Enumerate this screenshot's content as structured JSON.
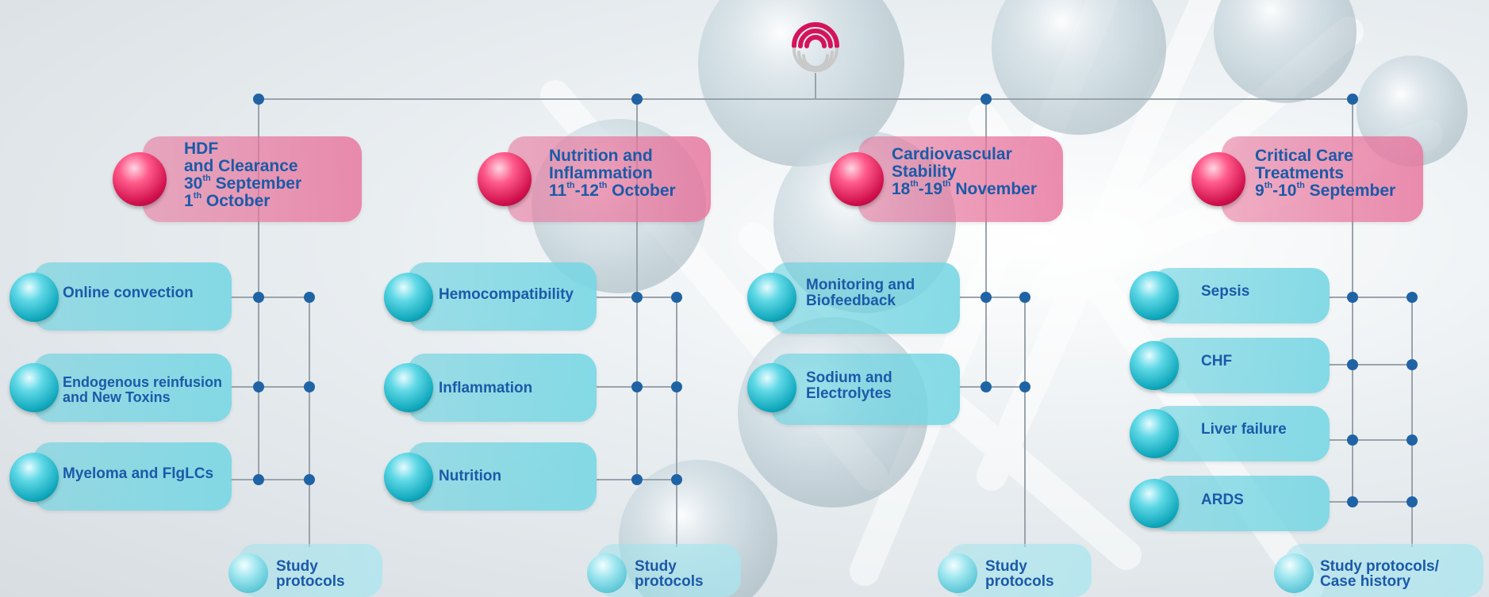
{
  "columns": [
    {
      "head": {
        "line1": "HDF",
        "line2": "and Clearance",
        "line3_num": "30",
        "line3_sup": "th",
        "line3_rest": " September",
        "line4_num": "1",
        "line4_sup": "th",
        "line4_rest": " October"
      },
      "items": [
        "Online convection",
        "Endogenous reinfusion and New Toxins",
        "Myeloma and FlgLCs"
      ],
      "study": {
        "line1": "Study",
        "line2": "protocols"
      }
    },
    {
      "head": {
        "line1": "Nutrition and",
        "line2": "Inflammation",
        "d1": "11",
        "d1_sup": "th",
        "d2": "-12",
        "d2_sup": "th",
        "d_rest": " October"
      },
      "items": [
        "Hemocompatibility",
        "Inflammation",
        "Nutrition"
      ],
      "study": {
        "line1": "Study",
        "line2": "protocols"
      }
    },
    {
      "head": {
        "line1": "Cardiovascular",
        "line2": "Stability",
        "d1": "18",
        "d1_sup": "th",
        "d2": "-19",
        "d2_sup": "th",
        "d_rest": " November"
      },
      "items": [
        "Monitoring and Biofeedback",
        "Sodium and Electrolytes"
      ],
      "study": {
        "line1": "Study",
        "line2": "protocols"
      }
    },
    {
      "head": {
        "line1": "Critical Care",
        "line2": "Treatments",
        "d1": "9",
        "d1_sup": "th",
        "d2": "-10",
        "d2_sup": "th",
        "d_rest": " September"
      },
      "items": [
        "Sepsis",
        "CHF",
        "Liver failure",
        "ARDS"
      ],
      "study": {
        "line1": "Study protocols/",
        "line2": "Case history"
      }
    }
  ],
  "colors": {
    "text": "#1b5aa8",
    "connector": "#9aa3ab",
    "dot": "#1f63a5",
    "pink": "#e36f9a",
    "cyan": "#4fcbdb"
  },
  "logo_icon": "arch-rings-logo"
}
